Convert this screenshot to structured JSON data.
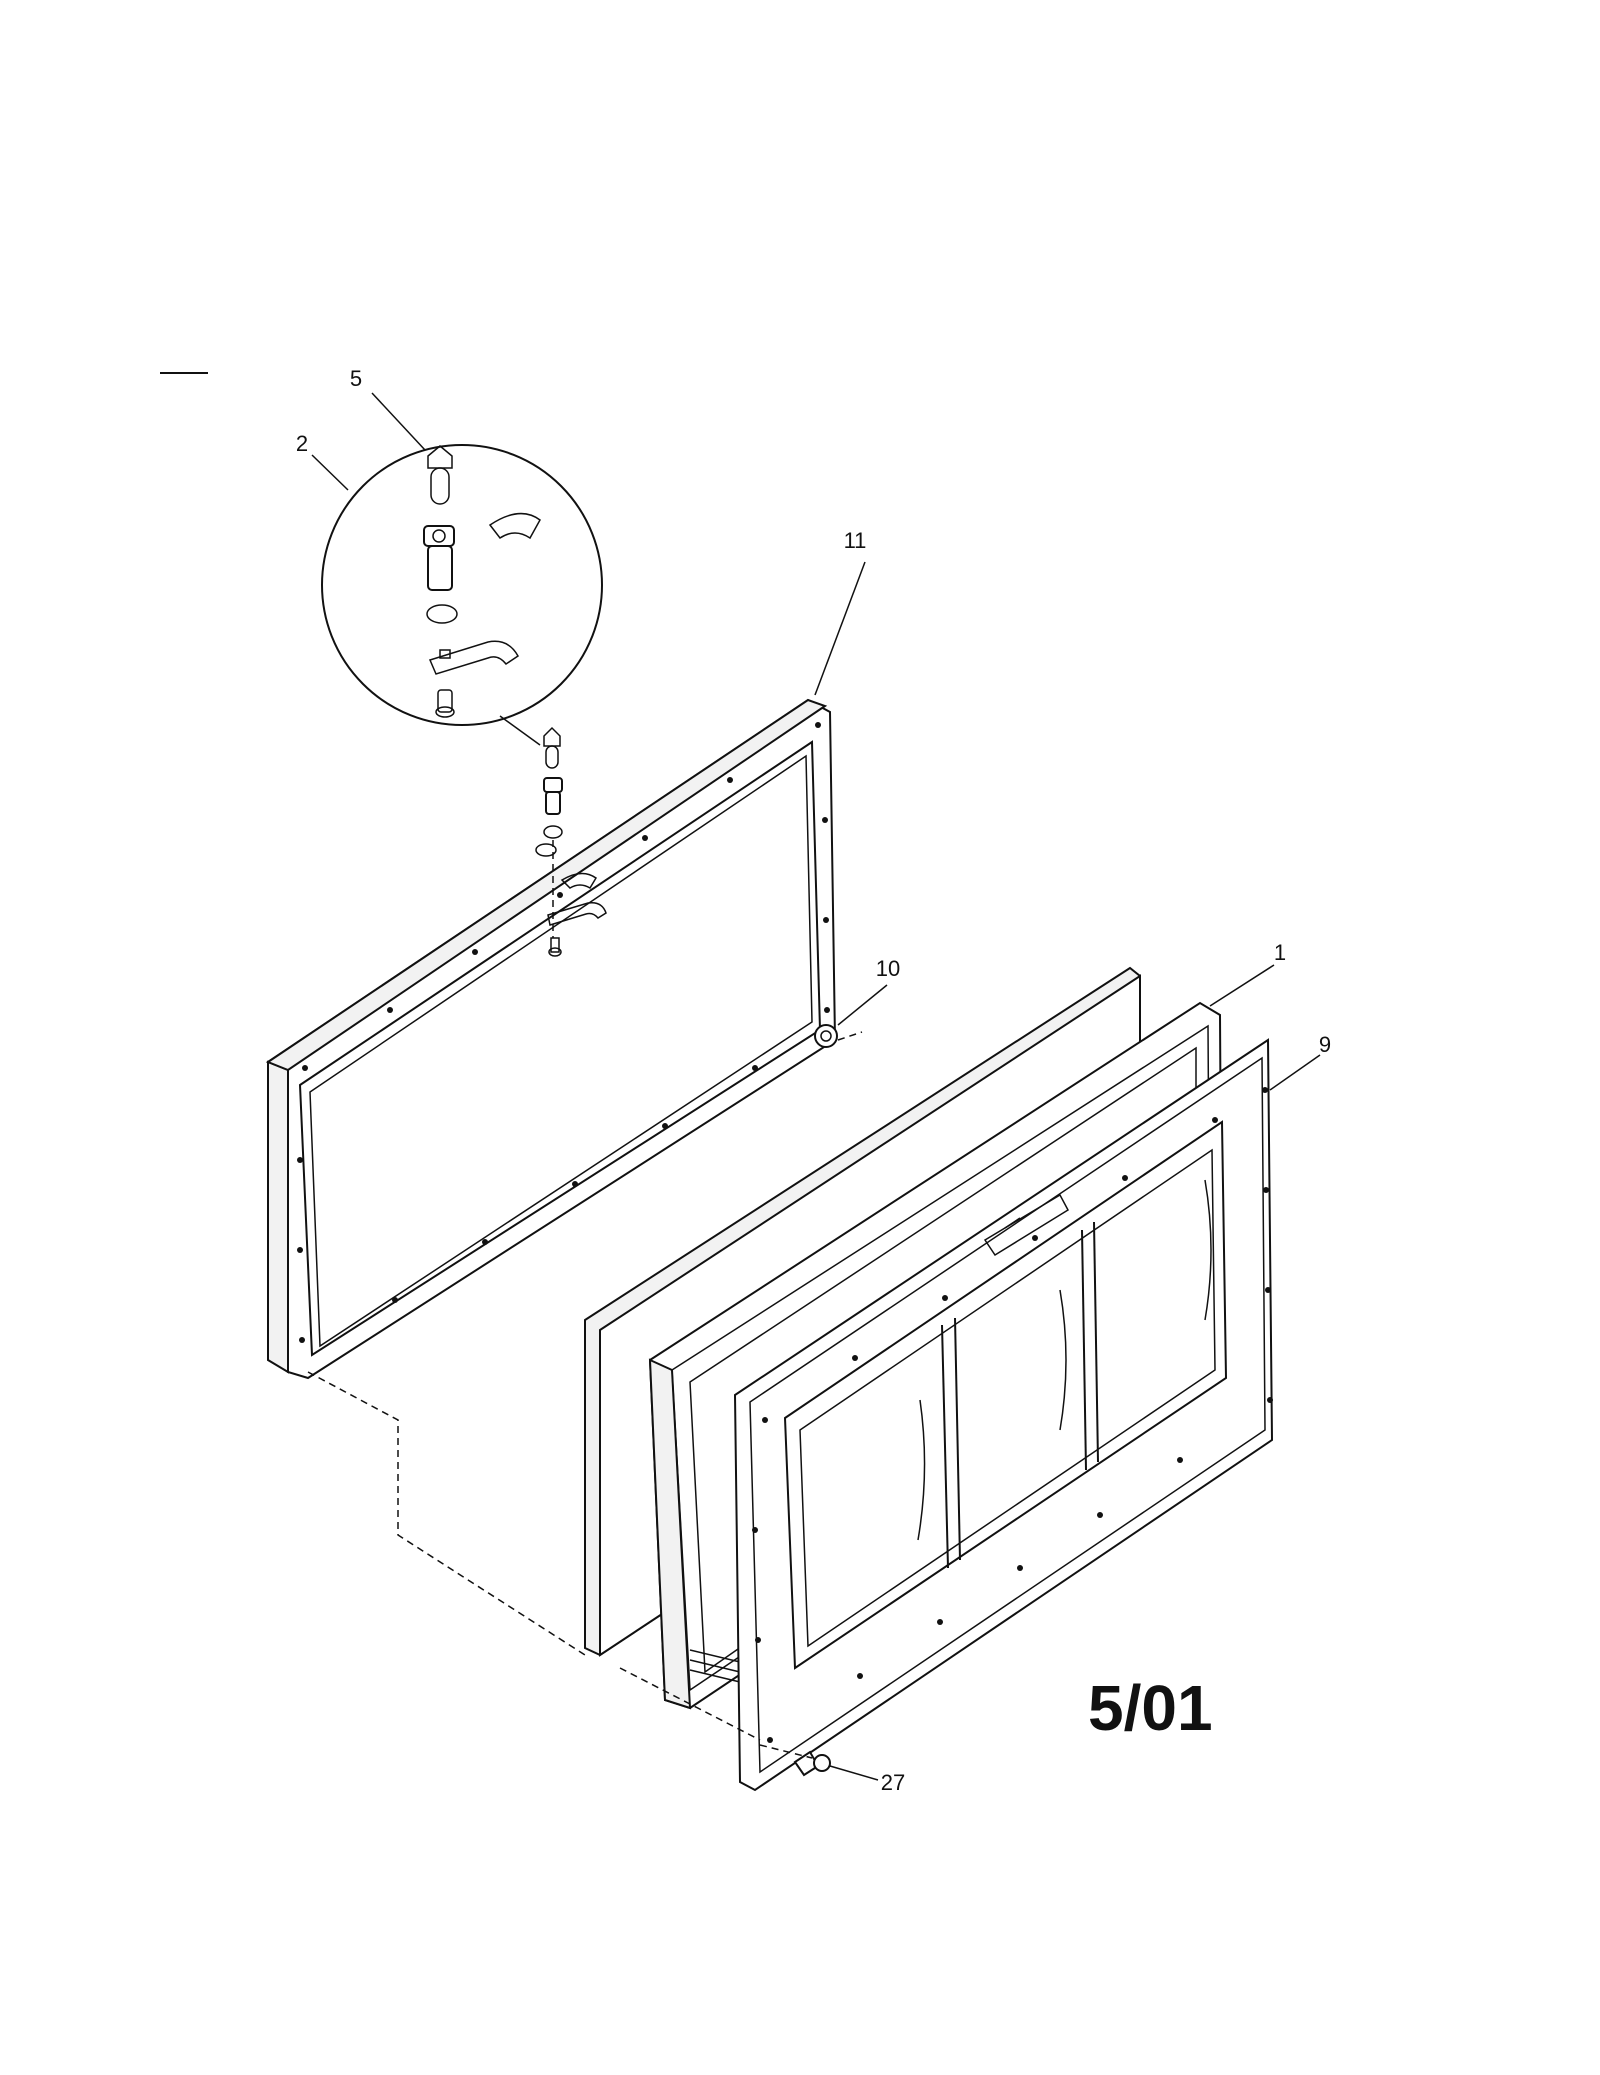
{
  "callouts": {
    "part_1": "1",
    "part_2": "2",
    "part_5": "5",
    "part_9": "9",
    "part_10": "10",
    "part_11": "11",
    "part_27": "27"
  },
  "stamp": "5/01"
}
